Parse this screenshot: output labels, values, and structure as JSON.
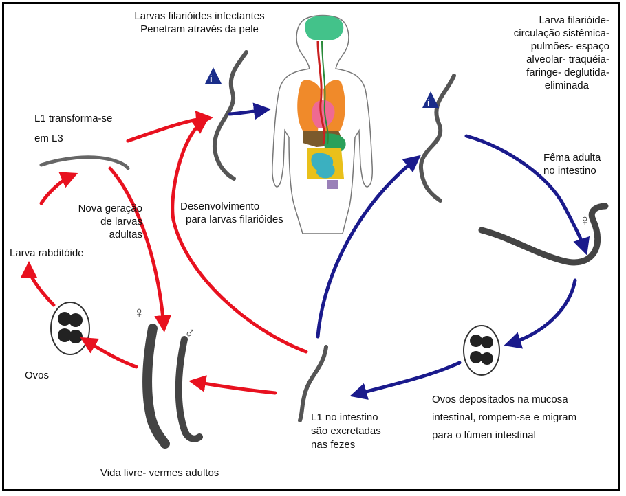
{
  "labels": {
    "top_left_1": "Larvas filarióides infectantes",
    "top_left_2": "Penetram  através da pele",
    "top_right_1": "Larva filarióide-",
    "top_right_2": "circulação  sistêmica-",
    "top_right_3": "pulmões- espaço",
    "top_right_4": "alveolar-  traquéia-",
    "top_right_5": "faringe- deglutida-",
    "top_right_6": "eliminada",
    "l1_transform_1": "L1 transforma-se",
    "l1_transform_2": "em L3",
    "nova_geracao_1": "Nova geração",
    "nova_geracao_2": "de larvas",
    "nova_geracao_3": "adultas",
    "desenvolvimento_1": "Desenvolvimento",
    "desenvolvimento_2": "para larvas filarióides",
    "femea_1": "Fêma adulta",
    "femea_2": "no intestino",
    "larva_rabditoide": "Larva rabditóide",
    "ovos_left": "Ovos",
    "ovos_dep_1": "Ovos depositados na mucosa",
    "ovos_dep_2": "intestinal, rompem-se e migram",
    "ovos_dep_3": "para o lúmen intestinal",
    "l1_intestino_1": "L1 no intestino",
    "l1_intestino_2": "são excretadas",
    "l1_intestino_3": "nas fezes",
    "vida_livre": "Vida livre- vermes adultos"
  },
  "symbols": {
    "female": "♀",
    "male": "♂",
    "warning_left": "i",
    "warning_right": "i"
  },
  "colors": {
    "red_arrow": "#e8111f",
    "blue_arrow": "#1a1a8c"
  }
}
